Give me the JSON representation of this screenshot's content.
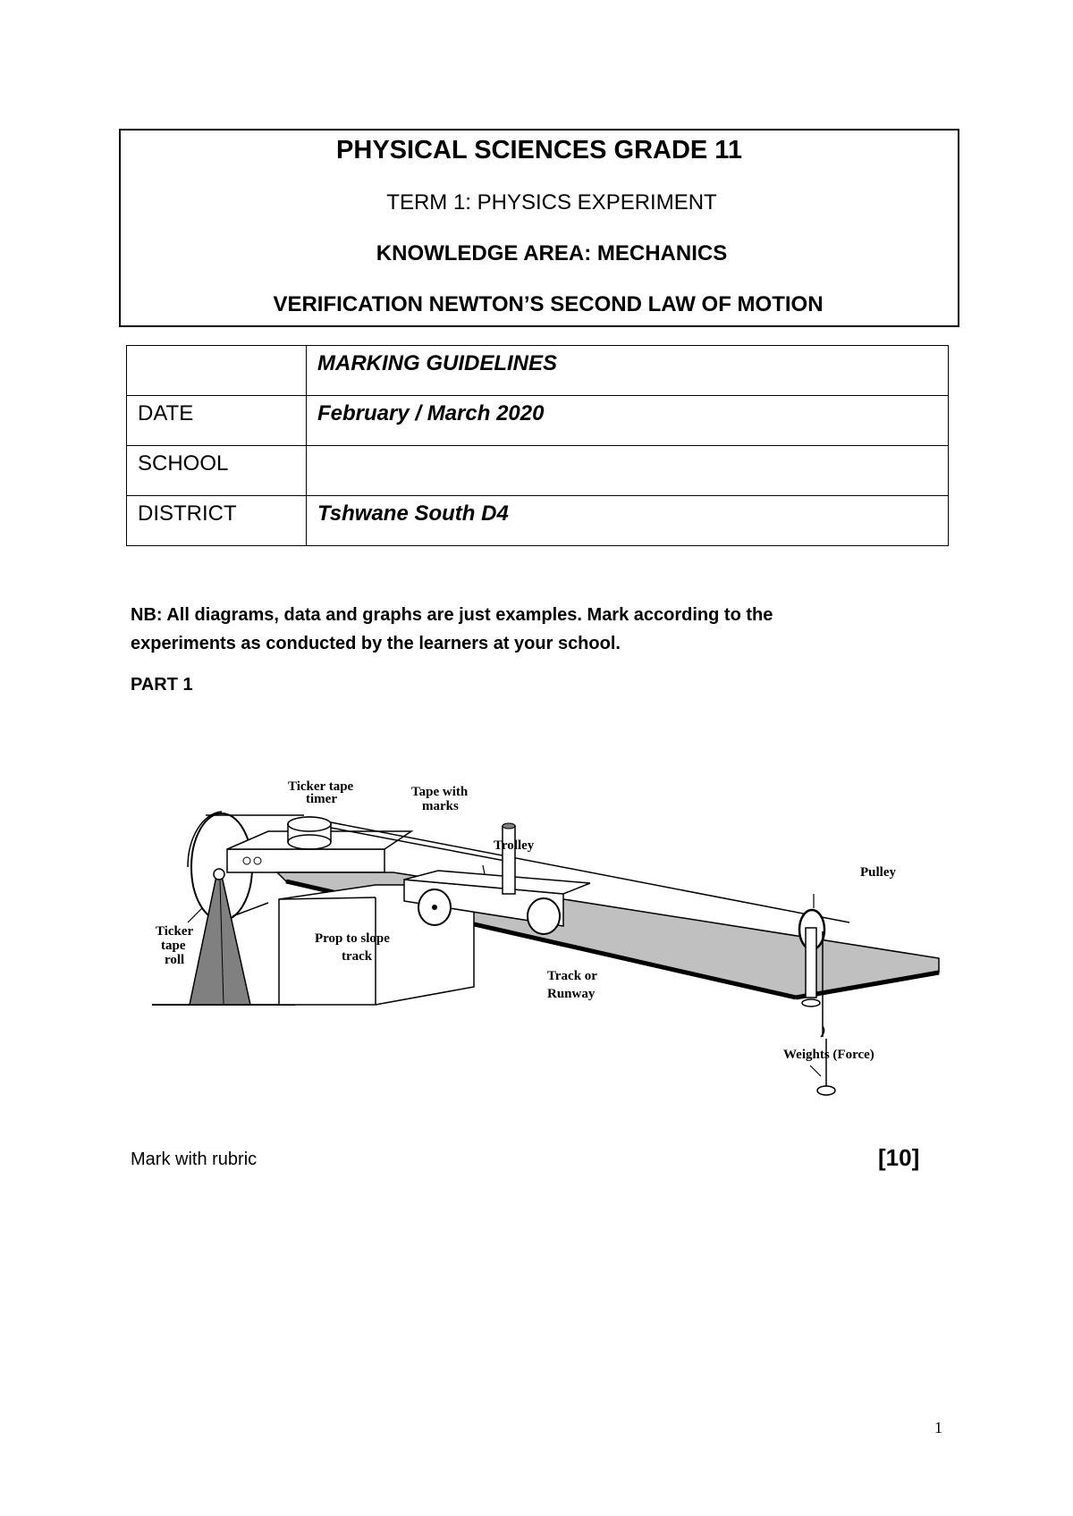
{
  "header": {
    "title": "PHYSICAL SCIENCES GRADE 11",
    "term": "TERM 1: PHYSICS EXPERIMENT",
    "knowledge_area": "KNOWLEDGE AREA: MECHANICS",
    "experiment": "VERIFICATION NEWTON’S SECOND LAW OF MOTION"
  },
  "info_table": {
    "rows": [
      {
        "label": "",
        "value": "MARKING GUIDELINES"
      },
      {
        "label": "DATE",
        "value": "February / March 2020"
      },
      {
        "label": "SCHOOL",
        "value": ""
      },
      {
        "label": "DISTRICT",
        "value": "Tshwane South D4"
      }
    ]
  },
  "note": {
    "line1": "NB: All diagrams, data and graphs are just examples. Mark according to  the",
    "line2": "experiments as conducted by the learners at your school."
  },
  "part_heading": "PART 1",
  "diagram": {
    "labels": {
      "ticker_timer_1": "Ticker tape",
      "ticker_timer_2": "timer",
      "tape_marks_1": "Tape with",
      "tape_marks_2": "marks",
      "trolley": "Trolley",
      "pulley": "Pulley",
      "ticker_roll_1": "Ticker",
      "ticker_roll_2": "tape",
      "ticker_roll_3": "roll",
      "prop_1": "Prop to slope",
      "prop_2": "track",
      "track_1": "Track or",
      "track_2": "Runway",
      "weights": "Weights (Force)"
    }
  },
  "footer": {
    "instruction": "Mark with rubric",
    "marks": "[10]",
    "page_number": "1"
  }
}
